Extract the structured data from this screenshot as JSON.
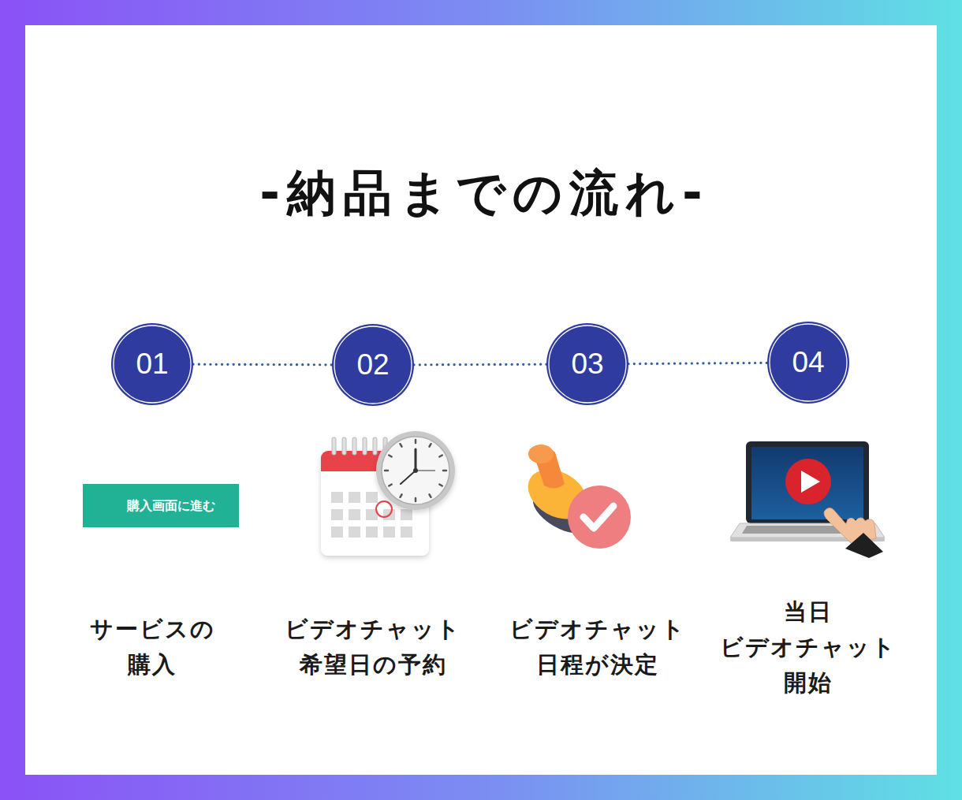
{
  "diagram": {
    "title": "-納品までの流れ-",
    "nodes": [
      {
        "text": [
          "01"
        ]
      },
      {
        "text": [
          "02"
        ]
      },
      {
        "text": [
          "03"
        ]
      },
      {
        "text": [
          "04"
        ]
      },
      {
        "text": [
          "購入画面に進む"
        ]
      }
    ],
    "edges": [
      {
        "from": 0,
        "to": 1,
        "arrow": "none"
      },
      {
        "from": 1,
        "to": 2,
        "arrow": "none"
      },
      {
        "from": 2,
        "to": 3,
        "arrow": "none"
      }
    ],
    "labels": [
      "サービスの 購入",
      "ビデオチャット 希望日の予約",
      "ビデオチャット 日程が決定",
      "当日 ビデオチャット 開始"
    ]
  }
}
